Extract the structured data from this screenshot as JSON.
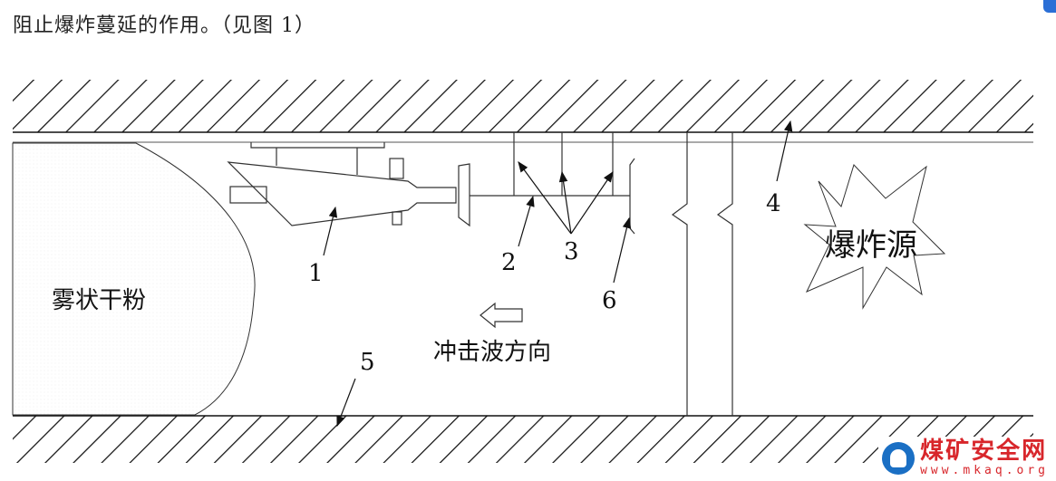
{
  "caption": "阻止爆炸蔓延的作用。（见图 1）",
  "diagram": {
    "labels": {
      "n1": "1",
      "n2": "2",
      "n3": "3",
      "n4": "4",
      "n5": "5",
      "n6": "6"
    },
    "dry_powder": "雾状干粉",
    "shock_wave": "冲击波方向",
    "explosion_source": "爆炸源"
  },
  "watermark": {
    "title": "煤矿安全网",
    "url": "www.mkaq.org",
    "color": "#d8262b"
  }
}
